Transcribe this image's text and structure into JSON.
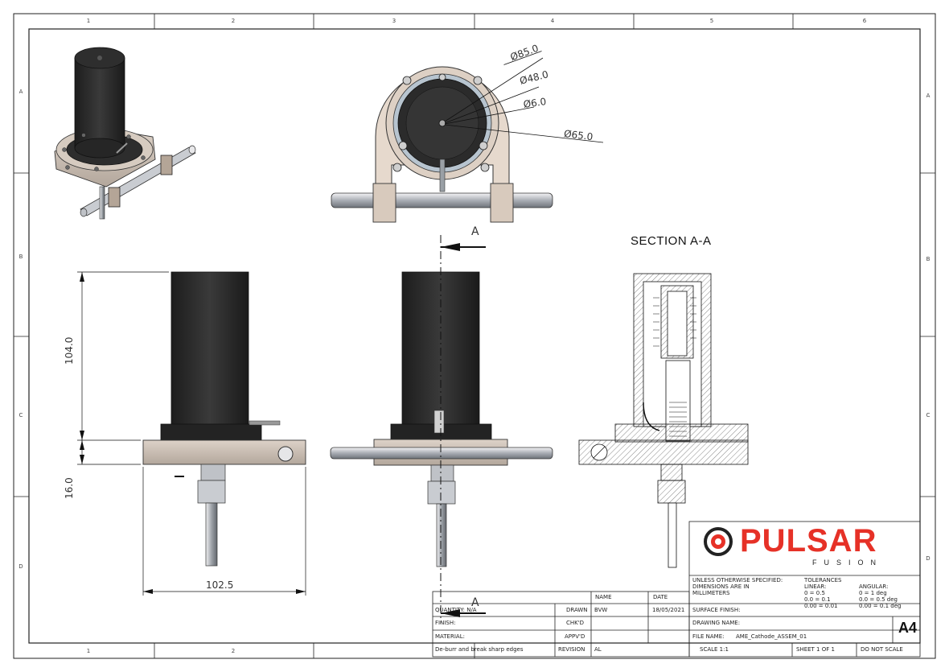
{
  "zones": {
    "columns": [
      "1",
      "2",
      "3",
      "4",
      "5",
      "6"
    ],
    "rows": [
      "A",
      "B",
      "C",
      "D"
    ]
  },
  "views": {
    "section_title": "SECTION A-A",
    "cut_label_top": "A",
    "cut_label_bottom": "A"
  },
  "dimensions": {
    "dia_outer": "Ø85.0",
    "dia_mid": "Ø48.0",
    "dia_hole": "Ø6.0",
    "dia_bolt": "Ø65.0",
    "height_main": "104.0",
    "height_flange": "16.0",
    "width_flange": "102.5"
  },
  "logo": {
    "word": "PULSAR",
    "sub": "FUSION",
    "accent": "#e63127"
  },
  "title_block": {
    "col_name": "NAME",
    "col_date": "DATE",
    "quantity": "QUANTITY: N/A",
    "finish": "FINISH:",
    "material": "MATERIAL:",
    "note": "De-burr and break sharp edges",
    "drawn": "DRAWN",
    "chkd": "CHK'D",
    "apprvd": "APPV'D",
    "revision": "REVISION",
    "revision_value": "AL",
    "drawn_by": "BVW",
    "drawn_date": "18/05/2021",
    "unless": "UNLESS OTHERWISE SPECIFIED:",
    "dims_in": "DIMENSIONS ARE IN",
    "millimeters": "MILLIMETERS",
    "tolerances": "TOLERANCES",
    "linear": "LINEAR:",
    "linear_1": "0 = 0.5",
    "linear_2": "0.0 = 0.1",
    "linear_3": "0.00 = 0.01",
    "angular": "ANGULAR:",
    "angular_1": "0 = 1 deg",
    "angular_2": "0.0 = 0.5 deg",
    "angular_3": "0.00 = 0.1 deg",
    "surface_finish": "SURFACE FINISH:",
    "drawing_name": "DRAWING NAME:",
    "file_name_label": "FILE NAME:",
    "file_name": "AME_Cathode_ASSEM_01",
    "size": "A4",
    "scale": "SCALE 1:1",
    "sheet": "SHEET 1 OF 1",
    "do_not_scale": "DO NOT SCALE"
  }
}
